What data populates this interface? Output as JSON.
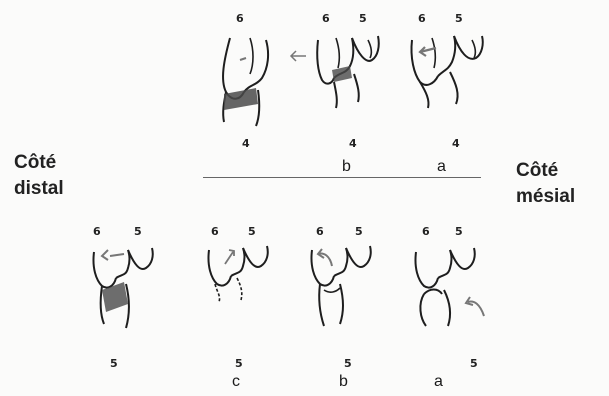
{
  "side_labels": {
    "left": [
      "Côté",
      "distal"
    ],
    "right": [
      "Côté",
      "mésial"
    ]
  },
  "top_row": {
    "figures": [
      {
        "top_labels": [
          "6"
        ],
        "bottom_label": "4",
        "letter": ""
      },
      {
        "top_labels": [
          "6",
          "5"
        ],
        "bottom_label": "4",
        "letter": "b"
      },
      {
        "top_labels": [
          "6",
          "5"
        ],
        "bottom_label": "4",
        "letter": "a"
      }
    ]
  },
  "bottom_row": {
    "figures": [
      {
        "top_labels": [
          "6",
          "5"
        ],
        "bottom_label": "5",
        "letter": ""
      },
      {
        "top_labels": [
          "6",
          "5"
        ],
        "bottom_label": "5",
        "letter": "c"
      },
      {
        "top_labels": [
          "6",
          "5"
        ],
        "bottom_label": "5",
        "letter": "b"
      },
      {
        "top_labels": [
          "6",
          "5"
        ],
        "bottom_label": "5",
        "letter": "a"
      }
    ]
  },
  "colors": {
    "line": "#1e1e1e",
    "shade": "#4a4a4a",
    "arrow": "#777777"
  }
}
